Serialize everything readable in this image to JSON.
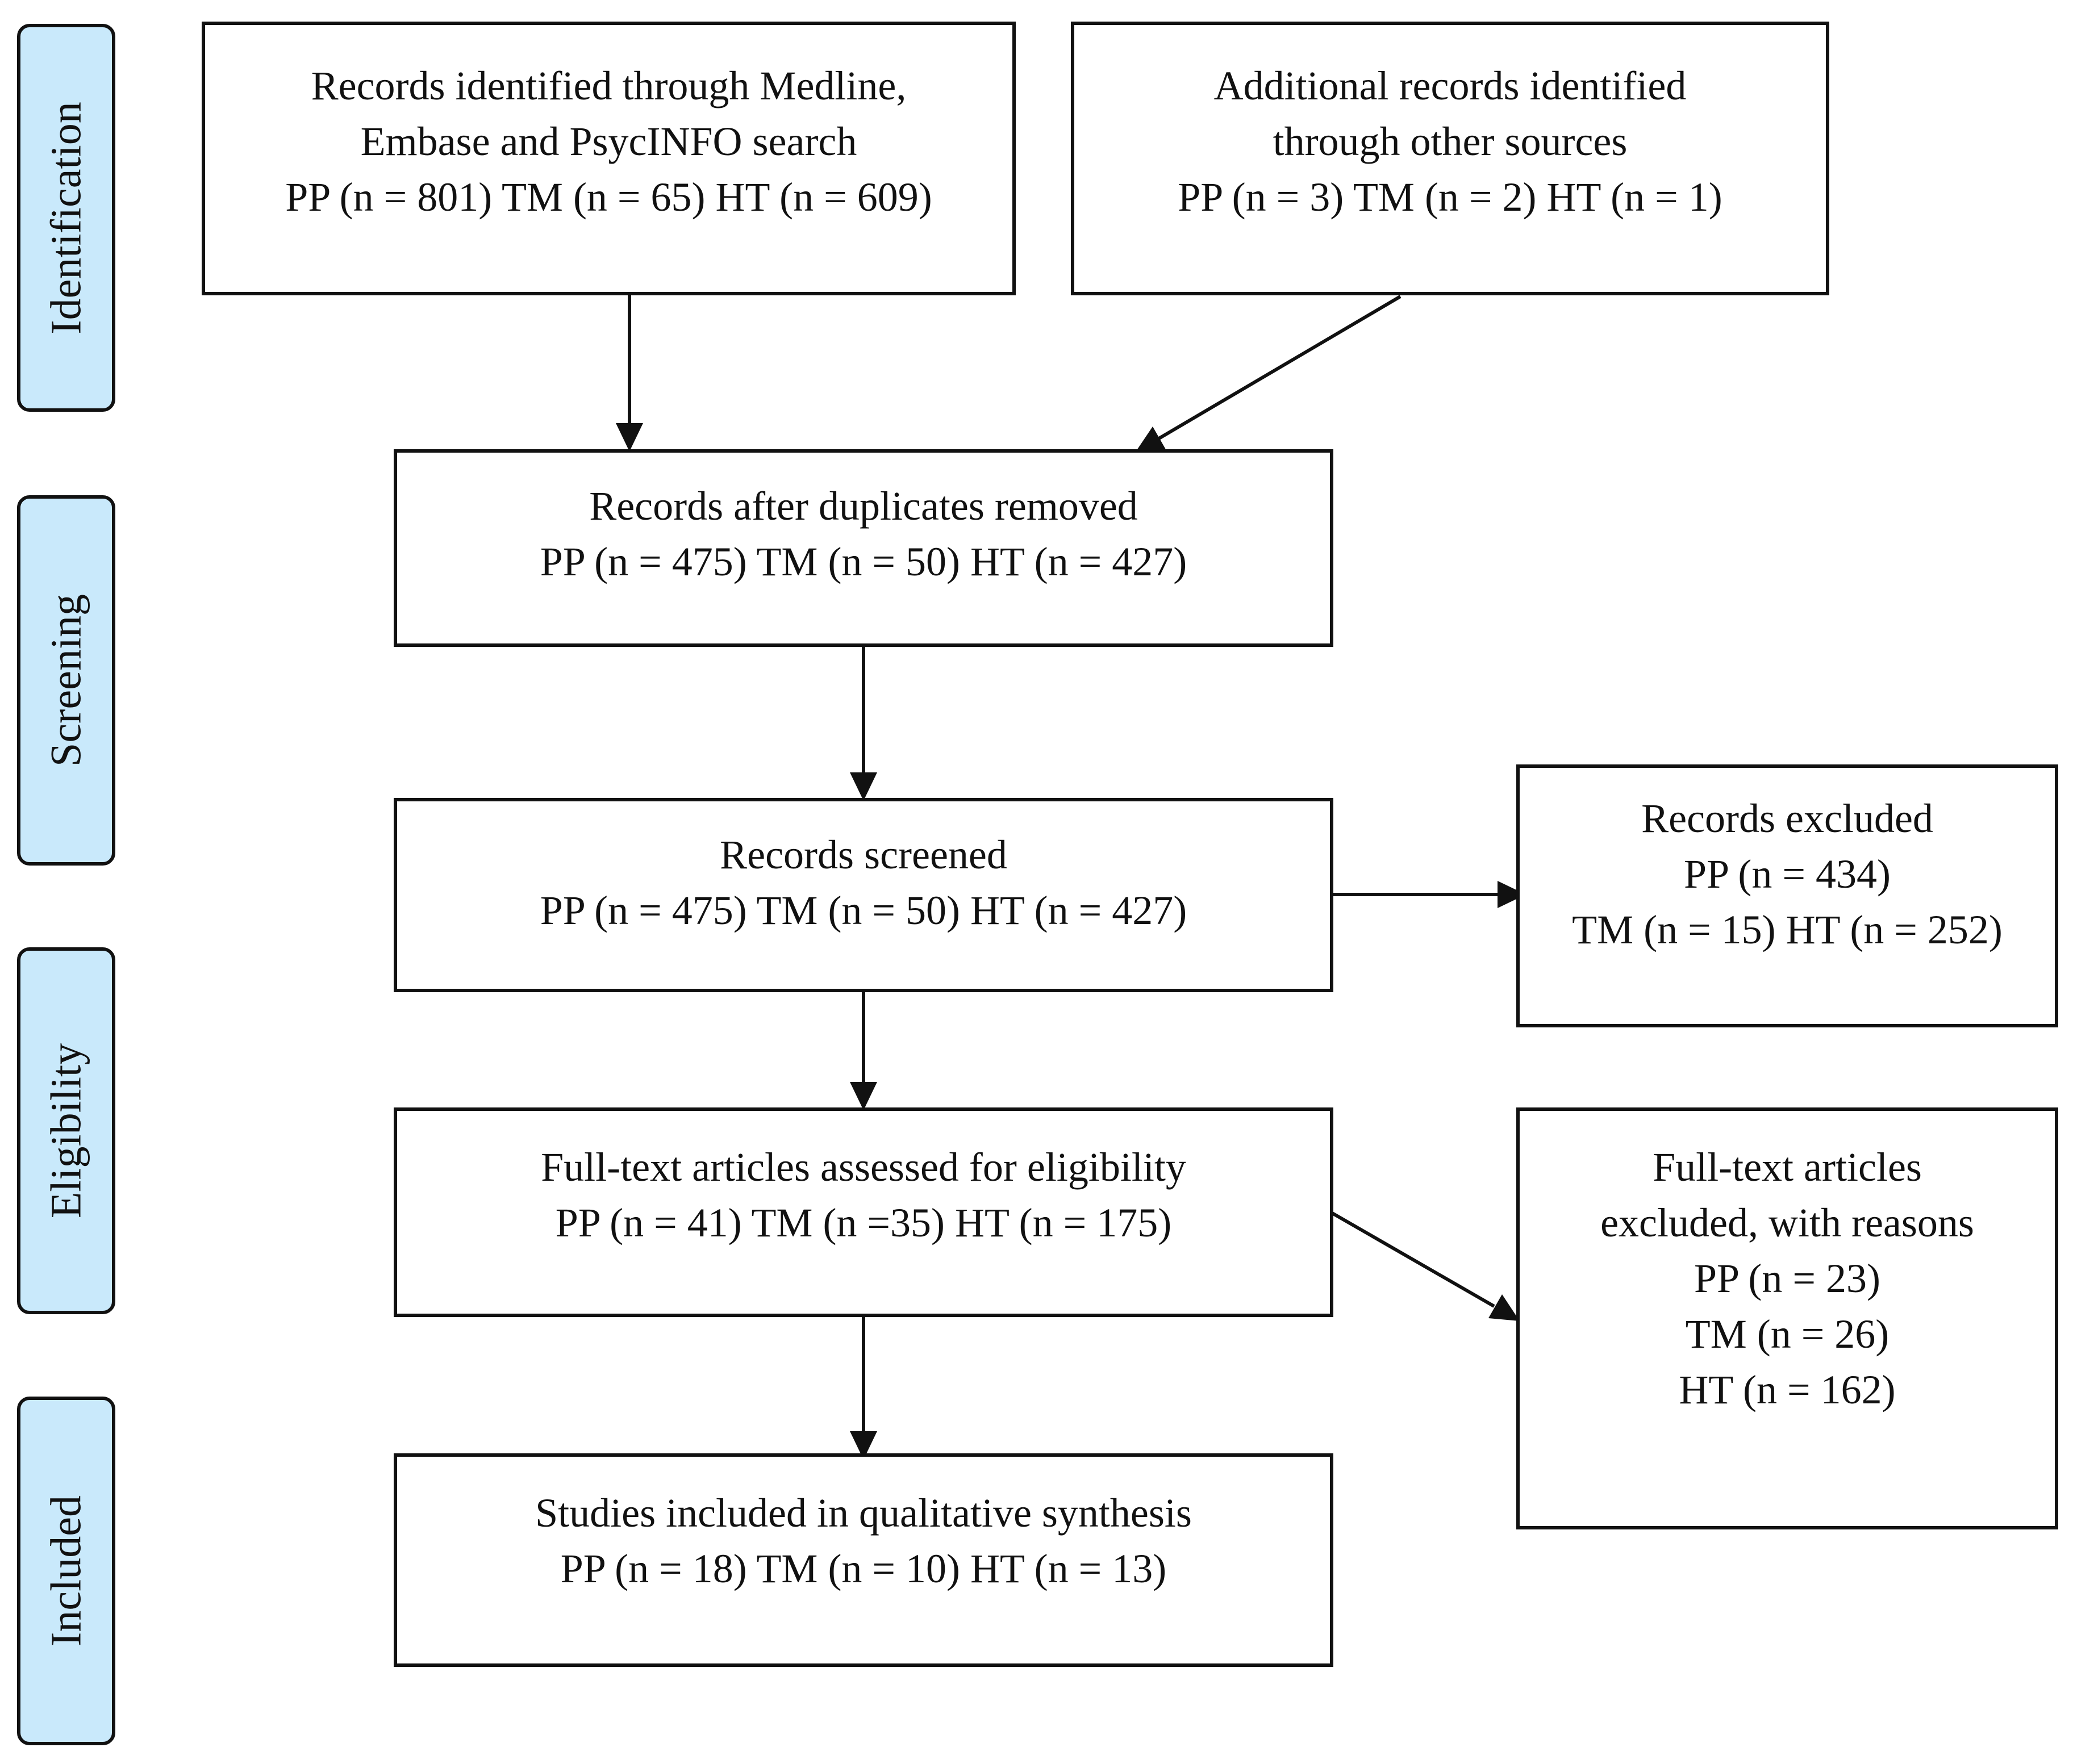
{
  "stages": {
    "identification": "Identification",
    "screening": "Screening",
    "eligibility": "Eligibility",
    "included": "Included"
  },
  "boxes": {
    "records_identified": {
      "line1": "Records identified through Medline,",
      "line2": "Embase and PsycINFO search",
      "line3": "PP (n = 801) TM (n = 65) HT (n = 609)"
    },
    "additional_records": {
      "line1": "Additional records identified",
      "line2": "through other sources",
      "line3": "PP (n = 3) TM (n = 2) HT (n = 1)"
    },
    "after_duplicates": {
      "line1": "Records after duplicates removed",
      "line2": "PP (n = 475) TM (n = 50) HT (n = 427)"
    },
    "screened": {
      "line1": "Records screened",
      "line2": "PP (n = 475) TM (n = 50) HT (n = 427)"
    },
    "excluded": {
      "line1": "Records excluded",
      "line2": "PP (n = 434)",
      "line3": "TM (n = 15) HT (n = 252)"
    },
    "fulltext_assessed": {
      "line1": "Full-text articles assessed for eligibility",
      "line2": "PP (n = 41) TM (n =35) HT (n = 175)"
    },
    "fulltext_excluded": {
      "line1": "Full-text articles",
      "line2": "excluded, with reasons",
      "line3": "PP (n = 23)",
      "line4": "TM (n = 26)",
      "line5": "HT (n = 162)"
    },
    "included": {
      "line1": "Studies included in qualitative synthesis",
      "line2": "PP (n = 18) TM (n = 10) HT (n = 13)"
    }
  }
}
